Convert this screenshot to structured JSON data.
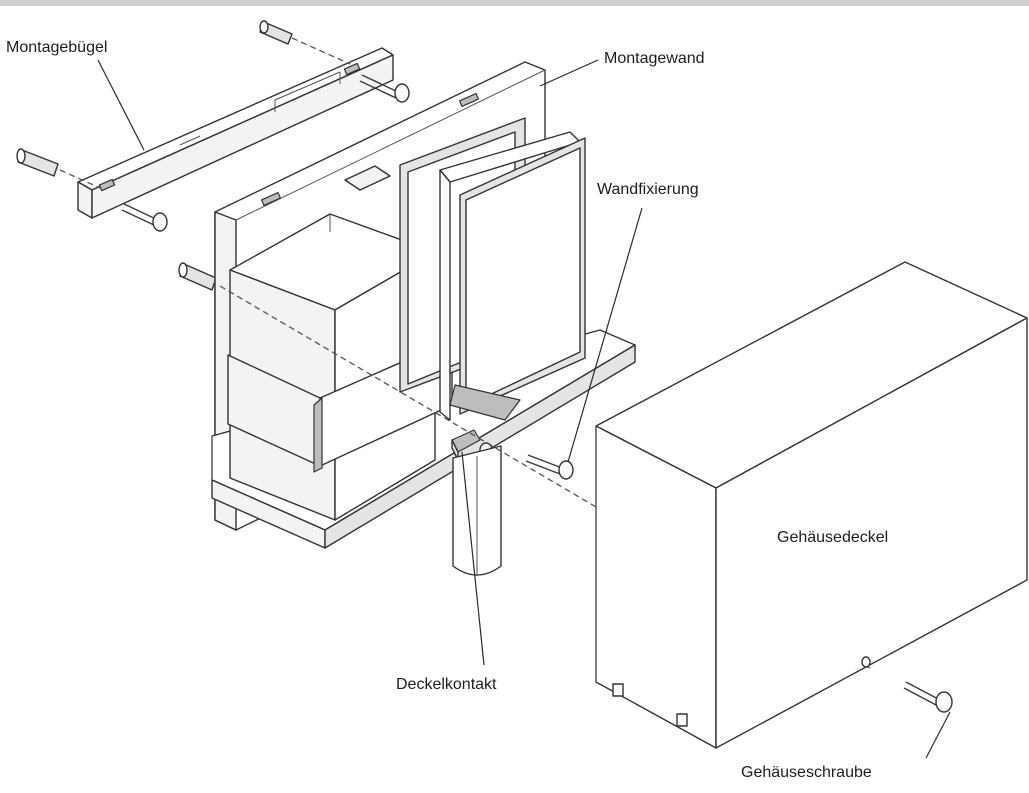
{
  "labels": {
    "montagebuegel": "Montagebügel",
    "montagewand": "Montagewand",
    "wandfixierung": "Wandfixierung",
    "gehaeusedeckel": "Gehäusedeckel",
    "deckelkontakt": "Deckelkontakt",
    "gehaeuseschraube": "Gehäuseschraube"
  }
}
